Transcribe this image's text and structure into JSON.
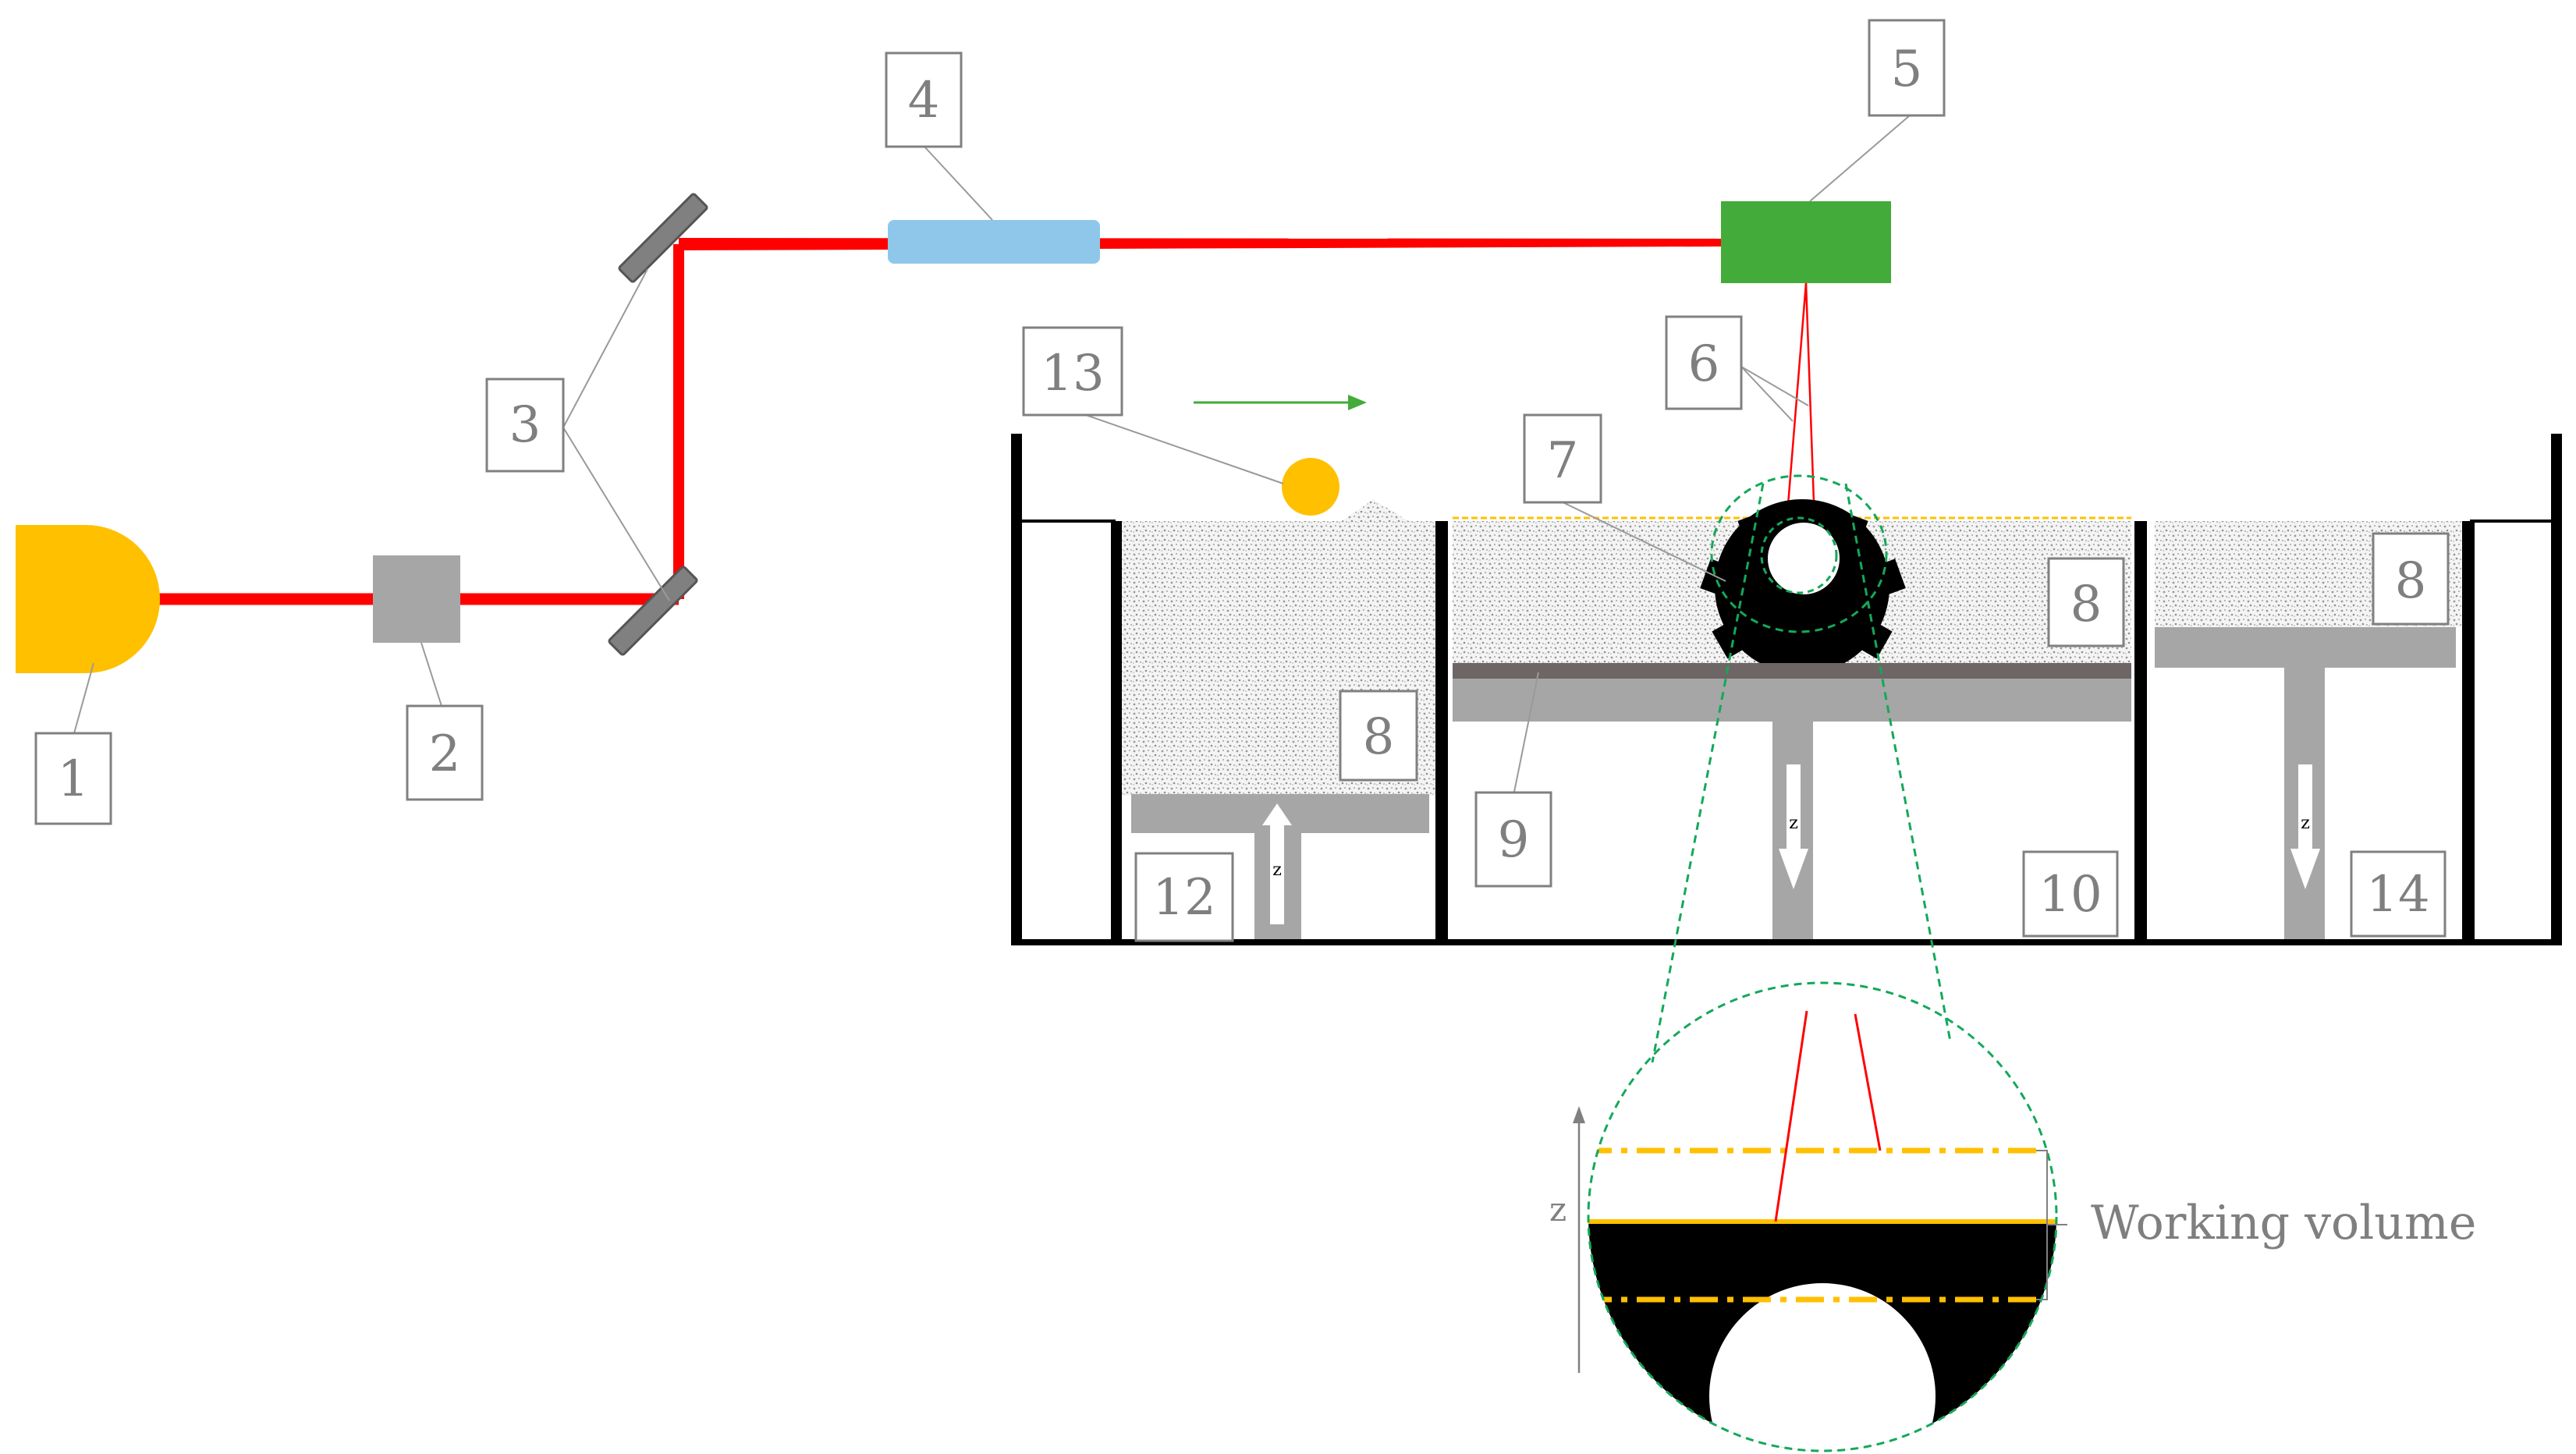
{
  "labels": {
    "l1": "1",
    "l2": "2",
    "l3": "3",
    "l4": "4",
    "l5": "5",
    "l6": "6",
    "l7": "7",
    "l8a": "8",
    "l8b": "8",
    "l8c": "8",
    "l9": "9",
    "l10": "10",
    "l12": "12",
    "l13": "13",
    "l14": "14"
  },
  "axis": {
    "z_left": "z",
    "z_center": "z",
    "z_right": "z",
    "z_detail": "z"
  },
  "detail": {
    "working_volume": "Working volume"
  },
  "colors": {
    "laser_source": "#FFC000",
    "beam": "#FF0000",
    "optic_mirror": "#808080",
    "collimator": "#8EC7EA",
    "scanner": "#43AB3A",
    "powder_wall": "#000000",
    "platform": "#A6A6A6",
    "build_plate": "#6E6565",
    "recoater": "#FFC000",
    "zoom_outline": "#14A85A",
    "layer_line": "#FFC000",
    "label_border": "#808080",
    "label_text": "#7F7F7F"
  }
}
